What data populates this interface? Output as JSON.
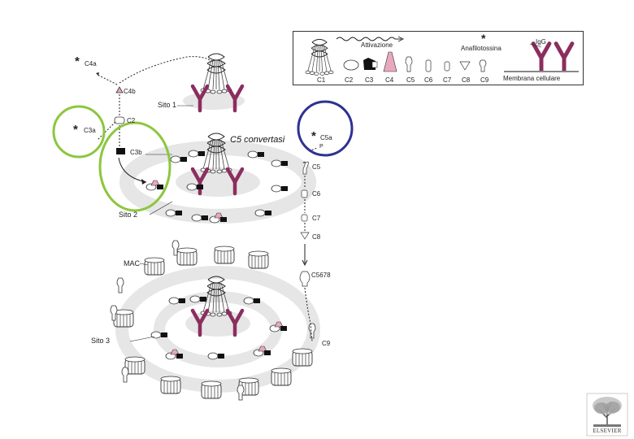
{
  "diagram": {
    "c4a_label": "C4a",
    "c4b_label": "C4b",
    "c3a_label": "C3a",
    "c2_label": "C2",
    "c3b_label": "C3b",
    "c5a_label": "C5a",
    "c5a_sub_label": "P",
    "site1_label": "Sito 1",
    "site2_label": "Sito 2",
    "site3_label": "Sito 3",
    "mac_label": "MAC",
    "c5_convertase_label": "C5 convertasi",
    "cascade_labels": [
      "C5",
      "C6",
      "C7",
      "C8",
      "C5678",
      "C9"
    ],
    "highlight_colors": {
      "green": "#8dc63f",
      "blue": "#2e3192"
    },
    "antibody_color": "#8b2e5e",
    "ring_color": "#e6e6e6"
  },
  "legend": {
    "activation_label": "Attivazione",
    "anaphylatoxin_label": "Anafilotossina",
    "igg_label": "IgG",
    "membrane_label": "Membrana cellulare",
    "components": [
      "C1",
      "C2",
      "C3",
      "C4",
      "C5",
      "C6",
      "C7",
      "C8",
      "C9"
    ]
  },
  "logo": {
    "text": "ELSEVIER"
  }
}
